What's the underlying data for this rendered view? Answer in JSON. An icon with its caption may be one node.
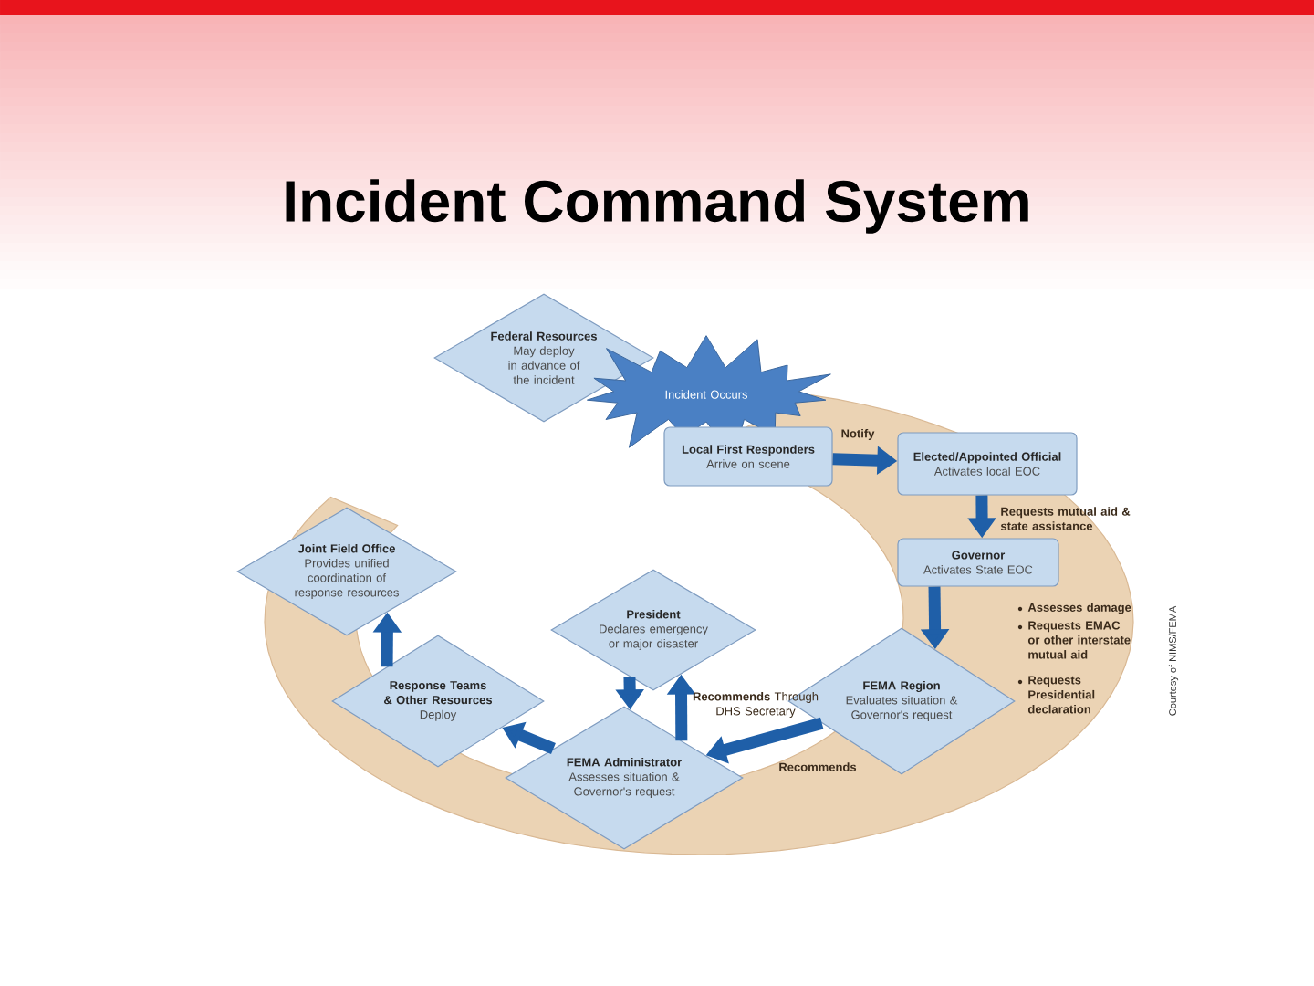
{
  "diagram": {
    "title": "Incident Command System",
    "nodes": [
      {
        "text": [
          "Federal Resources",
          "May deploy in advance of the incident"
        ]
      },
      {
        "text": [
          "Incident Occurs"
        ]
      },
      {
        "text": [
          "Local First Responders",
          "Arrive on scene"
        ]
      },
      {
        "text": [
          "Elected/Appointed Official",
          "Activates local EOC"
        ]
      },
      {
        "text": [
          "Governor",
          "Activates State EOC"
        ]
      },
      {
        "text": [
          "FEMA Region",
          "Evaluates situation & Governor's request"
        ]
      },
      {
        "text": [
          "FEMA Administrator",
          "Assesses situation & Governor's request"
        ]
      },
      {
        "text": [
          "President",
          "Declares emergency or major disaster"
        ]
      },
      {
        "text": [
          "Response Teams & Other Resources",
          "Deploy"
        ]
      },
      {
        "text": [
          "Joint Field Office",
          "Provides unified coordination of response resources"
        ]
      }
    ],
    "edges": [
      {
        "from": 2,
        "to": 3,
        "arrow": "to",
        "label": "Notify"
      },
      {
        "from": 3,
        "to": 4,
        "arrow": "to",
        "label": "Requests mutual aid & state assistance"
      },
      {
        "from": 4,
        "to": 5,
        "arrow": "to"
      },
      {
        "from": 5,
        "to": 6,
        "arrow": "to",
        "label": "Recommends"
      },
      {
        "from": 6,
        "to": 7,
        "arrow": "to",
        "label": "**Recommends** Through DHS Secretary"
      },
      {
        "from": 7,
        "to": 6,
        "arrow": "to"
      },
      {
        "from": 6,
        "to": 8,
        "arrow": "to"
      },
      {
        "from": 8,
        "to": 9,
        "arrow": "to"
      }
    ],
    "labels": [
      "Assesses damage",
      "Requests EMAC or other interstate mutual aid",
      "Requests Presidential declaration",
      "Courtesy of NIMS/FEMA"
    ]
  }
}
